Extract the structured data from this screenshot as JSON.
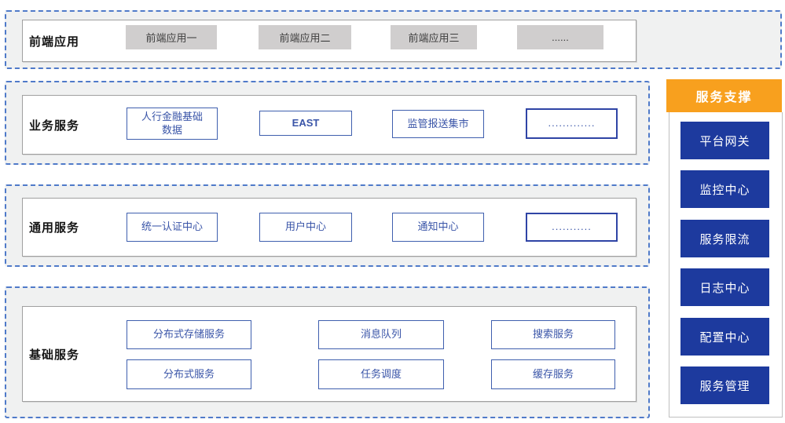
{
  "colors": {
    "dashed_border_blue": "#4f7ac9",
    "zone_fill_gray": "#f0f1f1",
    "service_box_border_blue": "#3f5fae",
    "service_box_text_blue": "#3a55a8",
    "ellipsis_box_border_blue": "#2f44a5",
    "frontend_box_gray": "#d0cece",
    "sidebar_header_orange": "#f8a01e",
    "sidebar_button_blue": "#1d3a9e"
  },
  "sections": [
    {
      "label": "前端应用",
      "boxes": [
        "前端应用一",
        "前端应用二",
        "前端应用三",
        "......"
      ]
    },
    {
      "label": "业务服务",
      "boxes": [
        "人行金融基础\n数据",
        "EAST",
        "监管报送集市",
        "............."
      ]
    },
    {
      "label": "通用服务",
      "boxes": [
        "统一认证中心",
        "用户中心",
        "通知中心",
        "..........."
      ]
    },
    {
      "label": "基础服务",
      "rows": [
        [
          "分布式存储服务",
          "消息队列",
          "搜索服务"
        ],
        [
          "分布式服务",
          "任务调度",
          "缓存服务"
        ]
      ]
    }
  ],
  "sidebar": {
    "title": "服务支撑",
    "items": [
      "平台网关",
      "监控中心",
      "服务限流",
      "日志中心",
      "配置中心",
      "服务管理"
    ]
  }
}
